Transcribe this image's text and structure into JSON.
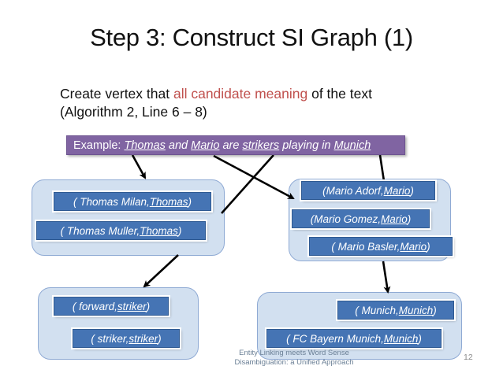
{
  "slide": {
    "title": "Step 3: Construct SI Graph (1)",
    "body": {
      "line1_before": "Create vertex that ",
      "line1_accent": "all candidate meaning",
      "line1_after": " of the text",
      "line2": "(Algorithm 2, Line 6 – 8)",
      "accent_color": "#c0504d"
    },
    "example": {
      "lead": "Example:",
      "segments": [
        {
          "text": "Thomas",
          "underline": true
        },
        {
          "text": "and",
          "underline": false
        },
        {
          "text": "Mario",
          "underline": true
        },
        {
          "text": "are",
          "underline": false
        },
        {
          "text": "strikers",
          "underline": true
        },
        {
          "text": "playing",
          "underline": false
        },
        {
          "text": "in",
          "underline": false
        },
        {
          "text": "Munich",
          "underline": true
        }
      ],
      "full_text": "Example: Thomas and Mario are strikers playing in Munich",
      "background_color": "#8064a2",
      "text_color": "#ffffff"
    },
    "groups": [
      {
        "id": "thomas-group",
        "vertices": [
          {
            "prefix": "( Thomas Milan, ",
            "mention": "Thomas",
            "suffix": " )"
          },
          {
            "prefix": "( Thomas Muller, ",
            "mention": "Thomas",
            "suffix": " )"
          }
        ]
      },
      {
        "id": "mario-group",
        "vertices": [
          {
            "prefix": "(Mario Adorf, ",
            "mention": "Mario",
            "suffix": ")"
          },
          {
            "prefix": "(Mario Gomez, ",
            "mention": "Mario",
            "suffix": ")"
          },
          {
            "prefix": "( Mario Basler, ",
            "mention": "Mario",
            "suffix": ")"
          }
        ]
      },
      {
        "id": "striker-group",
        "vertices": [
          {
            "prefix": "( forward, ",
            "mention": "striker",
            "suffix": ")"
          },
          {
            "prefix": "( striker, ",
            "mention": "striker",
            "suffix": ")"
          }
        ]
      },
      {
        "id": "munich-group",
        "vertices": [
          {
            "prefix": "( Munich, ",
            "mention": "Munich",
            "suffix": ")"
          },
          {
            "prefix": "( FC Bayern Munich, ",
            "mention": "Munich",
            "suffix": ")"
          }
        ]
      }
    ],
    "footer": {
      "line1": "Entity Linking meets Word Sense",
      "line2": "Disambiguation: a Unified Approach",
      "page_number": "12"
    },
    "colors": {
      "group_fill": "#d2e0f0",
      "group_border": "#8faad4",
      "vertex_fill": "#4574b4",
      "vertex_border": "#2f5a92",
      "purple": "#8064a2",
      "arrow": "#000000"
    }
  }
}
